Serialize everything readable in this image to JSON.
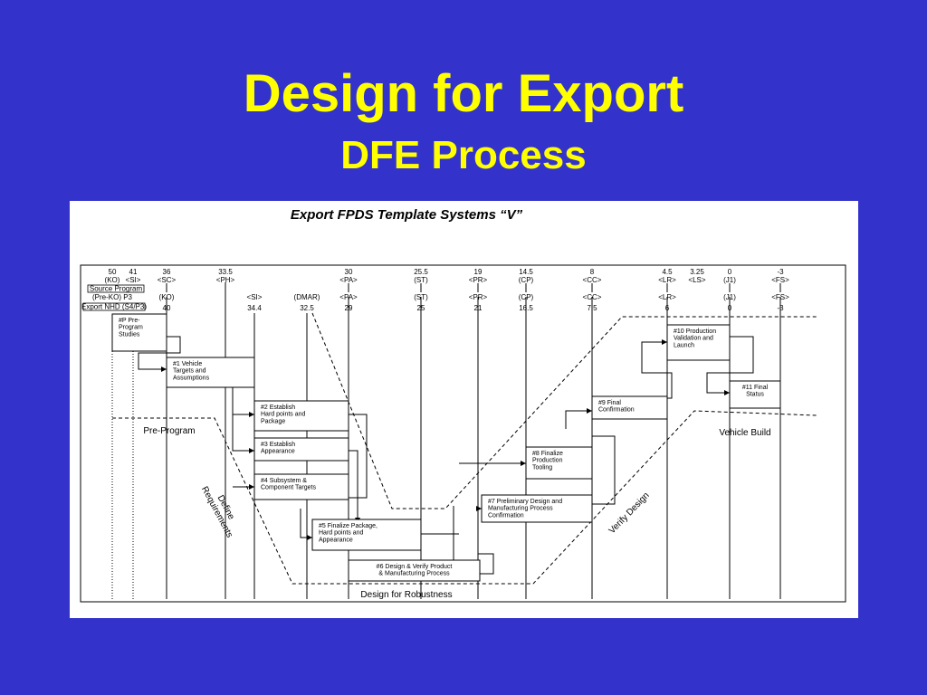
{
  "slide": {
    "title": "Design for Export",
    "subtitle": "DFE Process"
  },
  "diagram": {
    "title": "Export FPDS Template Systems “V”",
    "legend_source": "Source Program",
    "legend_export": "Export NHD (S4/P3)",
    "columns": [
      {
        "top": "50\n(KO)",
        "mid": "(Pre-KO) P3",
        "bottom": ""
      },
      {
        "top": "41\n<SI>",
        "mid": "",
        "bottom": ""
      },
      {
        "top": "36\n<SC>",
        "mid": "(KO)",
        "bottom": "40"
      },
      {
        "top": "33.5\n<PH>",
        "mid": "",
        "bottom": ""
      },
      {
        "top": "",
        "mid": "<SI>",
        "bottom": "34.4"
      },
      {
        "top": "",
        "mid": "(DMAR)",
        "bottom": "32.5"
      },
      {
        "top": "30\n<PA>",
        "mid": "<PA>",
        "bottom": "29"
      },
      {
        "top": "25.5\n(ST)",
        "mid": "(ST)",
        "bottom": "25"
      },
      {
        "top": "19\n<PR>",
        "mid": "<PR>",
        "bottom": "21"
      },
      {
        "top": "14.5\n(CP)",
        "mid": "(CP)",
        "bottom": "16.5"
      },
      {
        "top": "8\n<CC>",
        "mid": "<CC>",
        "bottom": "7.5"
      },
      {
        "top": "4.5\n<LR>",
        "mid": "<LR>",
        "bottom": "6"
      },
      {
        "top": "3.25\n<LS>",
        "mid": "",
        "bottom": ""
      },
      {
        "top": "0\n(J1)",
        "mid": "(J1)",
        "bottom": "0"
      },
      {
        "top": "-3\n<FS>",
        "mid": "<FS>",
        "bottom": "-3"
      }
    ],
    "boxes": [
      {
        "id": "b0",
        "text": "#P Pre-\nProgram\nStudies"
      },
      {
        "id": "b1",
        "text": "#1 Vehicle\nTargets and\nAssumptions"
      },
      {
        "id": "b2",
        "text": "#2 Establish\nHard points and\nPackage"
      },
      {
        "id": "b3",
        "text": "#3 Establish\nAppearance"
      },
      {
        "id": "b4",
        "text": "#4 Subsystem &\nComponent Targets"
      },
      {
        "id": "b5",
        "text": "#5 Finalize Package,\nHard points and\nAppearance"
      },
      {
        "id": "b6",
        "text": "#6 Design & Verify Product\n& Manufacturing Process"
      },
      {
        "id": "b7",
        "text": "#7 Preliminary Design and\nManufacturing Process\nConfirmation"
      },
      {
        "id": "b8",
        "text": "#8 Finalize\nProduction\nTooling"
      },
      {
        "id": "b9",
        "text": "#9 Final\nConfirmation"
      },
      {
        "id": "b10",
        "text": "#10 Production\nValidation and\nLaunch"
      },
      {
        "id": "b11",
        "text": "#11 Final\nStatus"
      }
    ],
    "phase_labels": {
      "pre_program": "Pre-Program",
      "define_requirements": "Define\nRequirements",
      "verify_design": "Verify Design",
      "vehicle_build": "Vehicle Build",
      "design_for_robustness": "Design for Robustness"
    }
  }
}
